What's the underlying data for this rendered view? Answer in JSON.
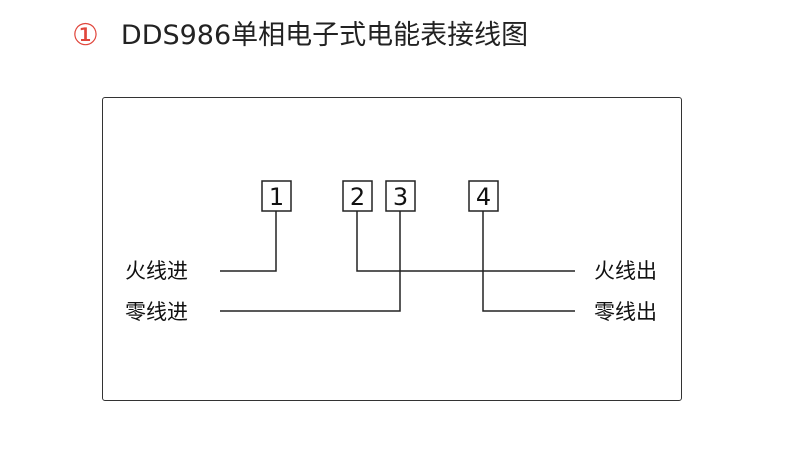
{
  "header": {
    "number_marker": "①",
    "title": "DDS986单相电子式电能表接线图"
  },
  "diagram": {
    "terminals": [
      "1",
      "2",
      "3",
      "4"
    ],
    "labels": {
      "live_in": "火线进",
      "neutral_in": "零线进",
      "live_out": "火线出",
      "neutral_out": "零线出"
    },
    "colors": {
      "line": "#222222",
      "marker": "#e0463c"
    }
  }
}
